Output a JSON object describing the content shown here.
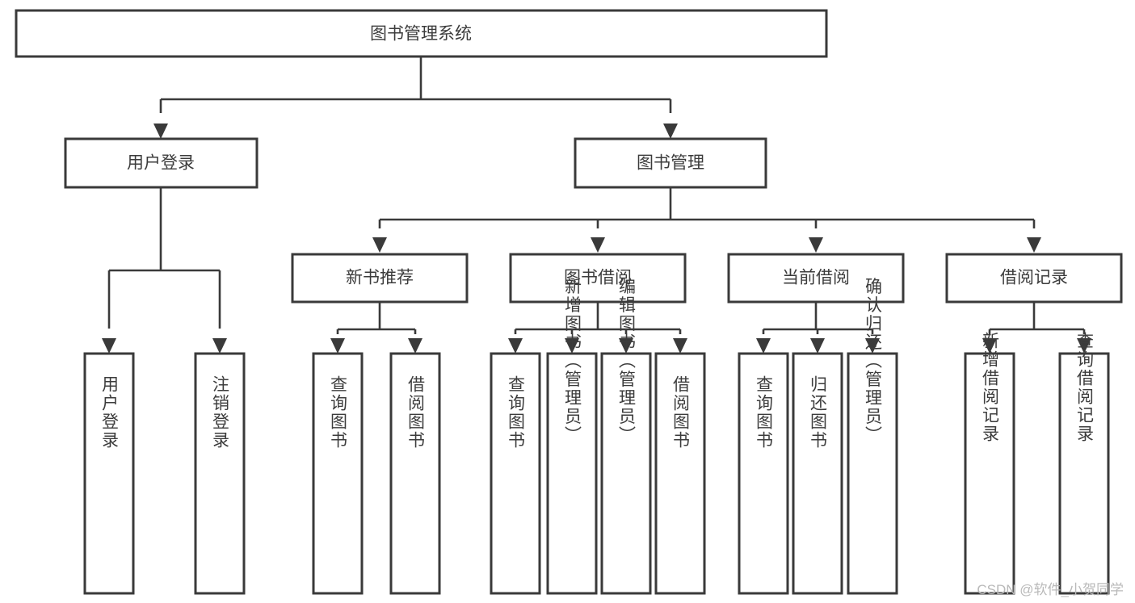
{
  "diagram": {
    "title": "图书管理系统",
    "watermark": "CSDN @软件_小贺同学",
    "type": "tree-hierarchy",
    "orientation": "top-down",
    "colors": {
      "background": "#ffffff",
      "box_stroke": "#3a3a3a",
      "box_fill": "#ffffff",
      "text": "#3c3c3c",
      "connector": "#3a3a3a",
      "watermark": "#b9b9b9"
    },
    "root": {
      "label": "图书管理系统",
      "orientation": "horizontal"
    },
    "level2": [
      {
        "label": "用户登录",
        "orientation": "horizontal"
      },
      {
        "label": "图书管理",
        "orientation": "horizontal"
      }
    ],
    "level3": [
      {
        "label": "新书推荐",
        "orientation": "horizontal"
      },
      {
        "label": "图书借阅",
        "orientation": "horizontal"
      },
      {
        "label": "当前借阅",
        "orientation": "horizontal"
      },
      {
        "label": "借阅记录",
        "orientation": "horizontal"
      }
    ],
    "leaves": {
      "user_login": [
        {
          "label": "用户登录",
          "orientation": "vertical"
        },
        {
          "label": "注销登录",
          "orientation": "vertical"
        }
      ],
      "new_book_recommend": [
        {
          "label": "查询图书",
          "orientation": "vertical"
        },
        {
          "label": "借阅图书",
          "orientation": "vertical"
        }
      ],
      "book_borrow": [
        {
          "label": "查询图书",
          "orientation": "vertical"
        },
        {
          "label": "新增图书（管理员）",
          "orientation": "vertical"
        },
        {
          "label": "编辑图书（管理员）",
          "orientation": "vertical"
        },
        {
          "label": "借阅图书",
          "orientation": "vertical"
        }
      ],
      "current_borrow": [
        {
          "label": "查询图书",
          "orientation": "vertical"
        },
        {
          "label": "归还图书",
          "orientation": "vertical"
        },
        {
          "label": "确认归还（管理员）",
          "orientation": "vertical"
        }
      ],
      "borrow_record": [
        {
          "label": "新增借阅记录",
          "orientation": "vertical"
        },
        {
          "label": "查询借阅记录",
          "orientation": "vertical"
        }
      ]
    }
  }
}
